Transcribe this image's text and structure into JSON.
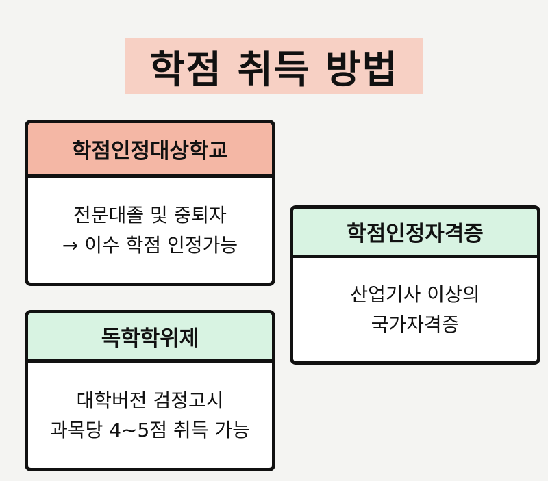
{
  "title": "학점 취득 방법",
  "cards": [
    {
      "heading": "학점인정대상학교",
      "lines": [
        "전문대졸 및 중퇴자",
        "→ 이수 학점 인정가능"
      ],
      "header_color": "#f4b7a5"
    },
    {
      "heading": "학점인정자격증",
      "lines": [
        "산업기사 이상의",
        "국가자격증"
      ],
      "header_color": "#d8f3e2"
    },
    {
      "heading": "독학학위제",
      "lines": [
        "대학버전 검정고시",
        "과목당 4~5점 취득 가능"
      ],
      "header_color": "#d8f3e2"
    }
  ]
}
